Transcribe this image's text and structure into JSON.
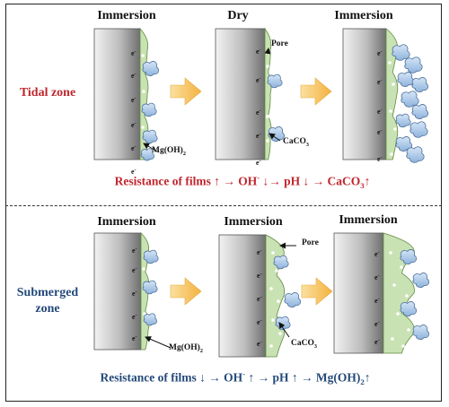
{
  "tidal": {
    "zone_label": "Tidal zone",
    "stages": [
      "Immersion",
      "Dry",
      "Immersion"
    ],
    "callouts": {
      "mgoh2_a": "Mg(OH)",
      "mgoh2_b": "2",
      "pore": "Pore",
      "caco3_a": "CaCO",
      "caco3_b": "3"
    },
    "summary": {
      "p1": "Resistance of films ↑ → OH",
      "sup": "-",
      "p2": " ↓→ pH ↓ → CaCO",
      "sub": "3",
      "p3": "↑"
    }
  },
  "submerged": {
    "zone_label_line1": "Submerged",
    "zone_label_line2": "zone",
    "stages": [
      "Immersion",
      "Immersion",
      "Immersion"
    ],
    "callouts": {
      "mgoh2_a": "Mg(OH)",
      "mgoh2_b": "2",
      "pore": "Pore",
      "caco3_a": "CaCO",
      "caco3_b": "3"
    },
    "summary": {
      "p1": "Resistance of films ↓ → OH",
      "sup": "-",
      "p2": " ↑ → pH ↑ → Mg(OH)",
      "sub": "2",
      "p3": "↑"
    }
  },
  "electron_label": "e-",
  "colors": {
    "tidal_text": "#c0262d",
    "submerged_text": "#24497a",
    "film": "#c9e2b3",
    "crystal": "#a9c6e8",
    "arrow": "#f7c55c"
  }
}
